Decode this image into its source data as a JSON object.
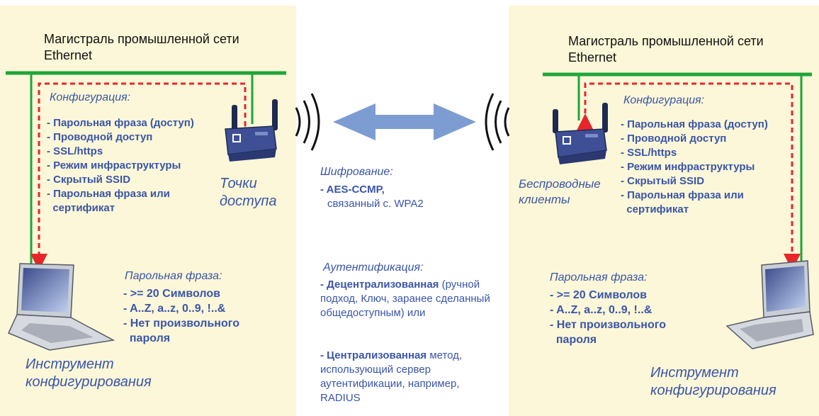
{
  "left": {
    "network_title": [
      "Магистраль промышленной сети",
      "Ethernet"
    ],
    "config_title": "Конфигурация:",
    "config_items": [
      "- Парольная фраза (доступ)",
      "- Проводной доступ",
      "- SSL/https",
      "- Режим инфраструктуры",
      "- Скрытый SSID",
      "- Парольная фраза или",
      "  сертификат"
    ],
    "device_label": [
      "Точки",
      "доступа"
    ],
    "passphrase_title": "Парольная фраза:",
    "passphrase_items": [
      "- >= 20 Символов",
      "- A..Z, a..z, 0..9, !..&",
      "- Нет произвольного",
      "  пароля"
    ],
    "tool_label": [
      "Инструмент",
      "конфигурирования"
    ]
  },
  "right": {
    "network_title": [
      "Магистраль промышленной сети",
      "Ethernet"
    ],
    "config_title": "Конфигурация:",
    "config_items": [
      "- Парольная фраза (доступ)",
      "- Проводной доступ",
      "- SSL/https",
      "- Режим инфраструктуры",
      "- Скрытый SSID",
      "- Парольная фраза или",
      "  сертификат"
    ],
    "device_label": [
      "Беспроводные",
      "клиенты"
    ],
    "passphrase_title": "Парольная фраза:",
    "passphrase_items": [
      "- >= 20 Символов",
      "- A..Z, a..z, 0..9, !..&",
      "- Нет произвольного",
      "  пароля"
    ],
    "tool_label": [
      "Инструмент",
      "конфигурирования"
    ]
  },
  "center": {
    "encryption_title": "Шифрование:",
    "encryption_bold": "- AES-CCMP,",
    "encryption_rest": "связанный с. WPA2",
    "auth_title": "Аутентификация:",
    "auth_dec_bold": "- Децентрализованная",
    "auth_dec_rest": "(ручной подход, Ключ, заранее сделанный общедоступным) или",
    "auth_cen_bold": "- Централизованная",
    "auth_cen_rest": "метод, использующий сервер аутентификации, например, RADIUS"
  },
  "colors": {
    "panel": "#fbf7d8",
    "bus": "#1fa53a",
    "dashed": "#e8262a",
    "text_blue": "#3a55a8",
    "arrow": "#7d9dd2"
  }
}
